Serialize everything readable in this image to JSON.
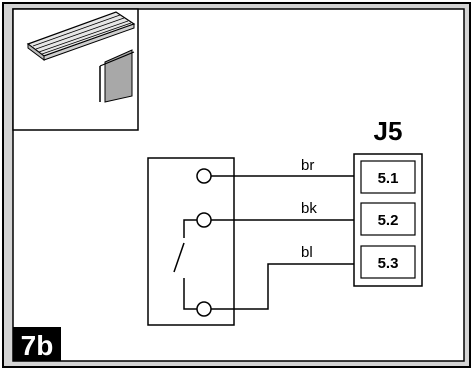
{
  "figure_label": "7b",
  "connector": {
    "title": "J5",
    "terminals": [
      {
        "label": "5.1",
        "wire": "br"
      },
      {
        "label": "5.2",
        "wire": "bk"
      },
      {
        "label": "5.3",
        "wire": "bl"
      }
    ]
  },
  "colors": {
    "panel_fill": "#d4d4d4",
    "inner_fill": "#ffffff",
    "line": "#000000",
    "label_fill": "#000000",
    "label_text": "#ffffff",
    "inset_wall": "#9c9c9c"
  }
}
